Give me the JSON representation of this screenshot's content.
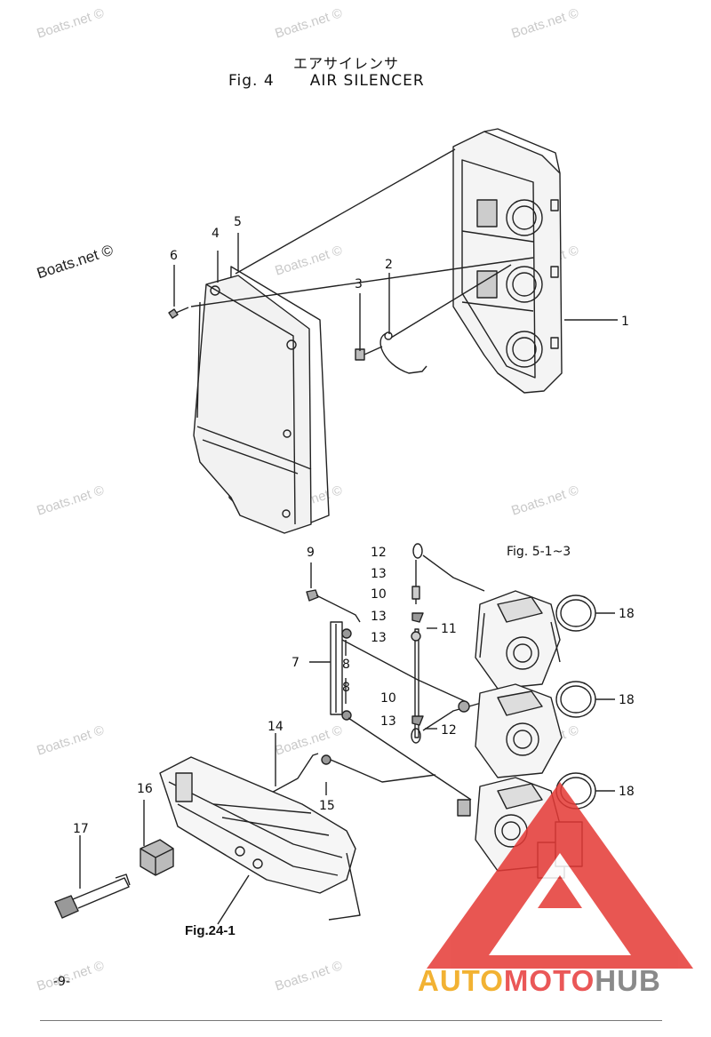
{
  "title": {
    "japanese": "エアサイレンサ",
    "fig_label": "Fig. 4",
    "name": "AIR SILENCER"
  },
  "callouts": [
    "1",
    "2",
    "3",
    "4",
    "5",
    "6",
    "7",
    "8",
    "8",
    "9",
    "10",
    "10",
    "11",
    "12",
    "12",
    "13",
    "13",
    "13",
    "13",
    "14",
    "15",
    "16",
    "17",
    "18",
    "18",
    "18"
  ],
  "figure_refs": {
    "carburetor": "Fig. 5-1~3",
    "bracket": "Fig.24-1"
  },
  "watermark": "Boats.net ©",
  "page_number": "-9-",
  "logo": {
    "part1": "AUTO",
    "part2": "MOTO",
    "part3": "HUB",
    "colors": {
      "auto": "#f2b233",
      "moto": "#ea5757",
      "hub": "#8a8a8a",
      "triangle": "#e53935"
    }
  }
}
